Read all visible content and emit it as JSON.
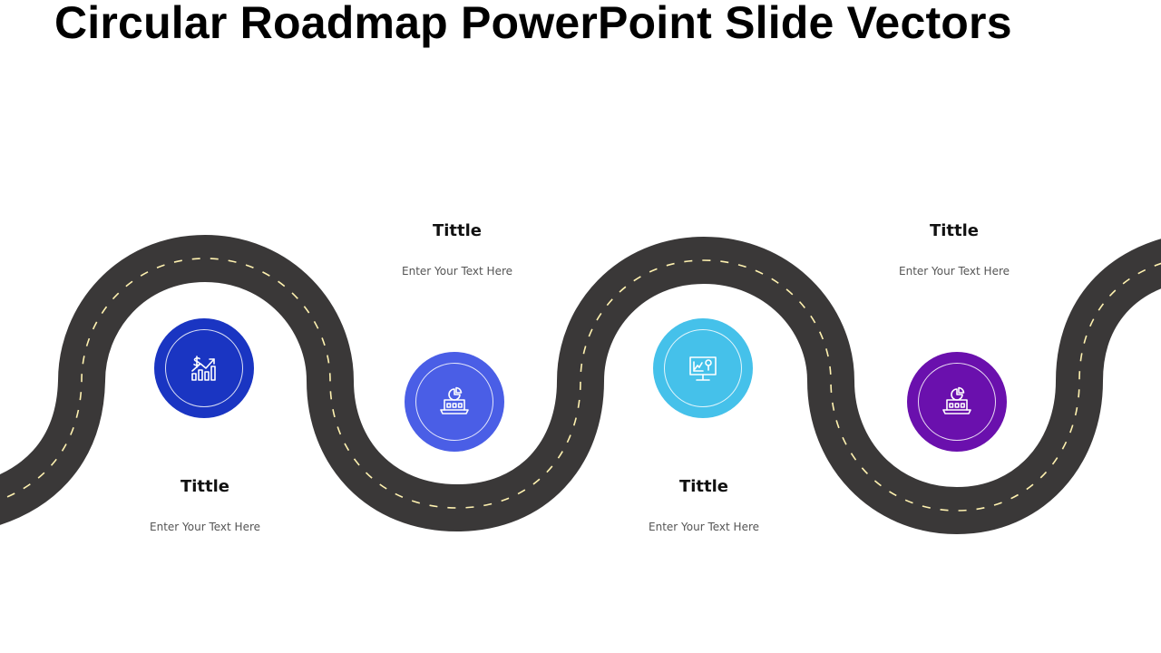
{
  "title": "Circular Roadmap PowerPoint Slide Vectors",
  "colors": {
    "road": "#3a3838",
    "lane": "#fff2b0",
    "step1": "#1a35c2",
    "step2": "#4a5ee6",
    "step3": "#45c1ea",
    "step4": "#6a10ad"
  },
  "steps": [
    {
      "title": "Tittle",
      "text": "Enter Your Text Here",
      "icon": "finance-growth-icon"
    },
    {
      "title": "Tittle",
      "text": "Enter Your Text Here",
      "icon": "laptop-pie-chart-icon"
    },
    {
      "title": "Tittle",
      "text": "Enter Your Text Here",
      "icon": "presentation-board-icon"
    },
    {
      "title": "Tittle",
      "text": "Enter Your Text Here",
      "icon": "laptop-pie-chart-icon"
    }
  ]
}
